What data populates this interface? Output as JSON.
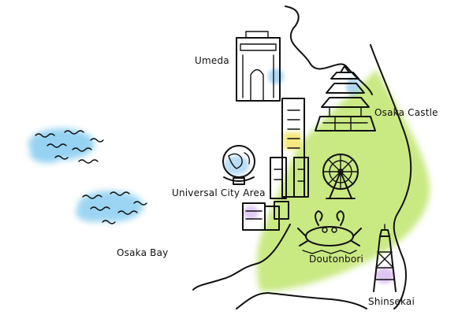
{
  "labels": {
    "umeda": "Umeda",
    "osaka_castle": "Osaka Castle",
    "universal_city": "Universal City Area",
    "osaka_bay": "Osaka Bay",
    "doutonbori": "Doutonbori",
    "shinsekai": "Shinsekai"
  },
  "colors": {
    "water": "#7cc8ef",
    "green": "#b7e25a",
    "yellow": "#f3e56b",
    "accent_blue": "#9ccff0",
    "accent_purple": "#d7b7f0",
    "ink": "#111111"
  }
}
